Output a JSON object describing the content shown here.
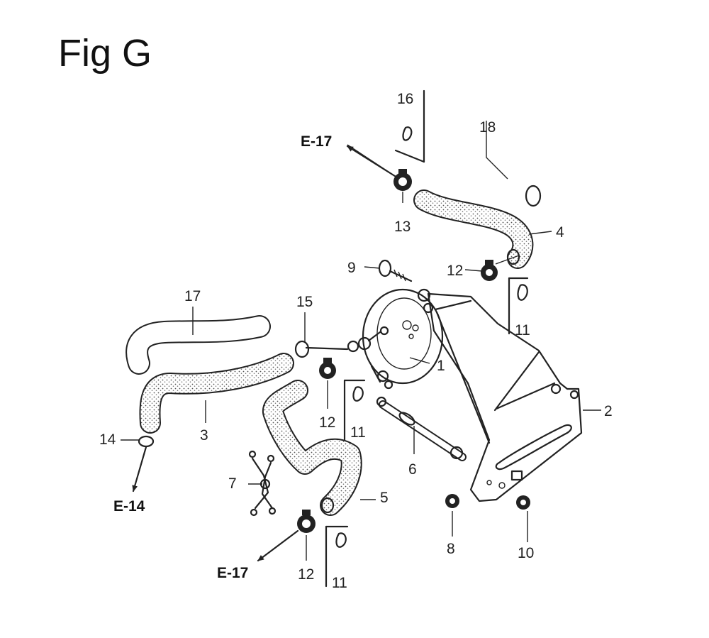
{
  "title": "Fig G",
  "callouts": {
    "c1": "1",
    "c2": "2",
    "c3": "3",
    "c4": "4",
    "c5": "5",
    "c6": "6",
    "c7": "7",
    "c8": "8",
    "c9": "9",
    "c10": "10",
    "c11a": "11",
    "c11b": "11",
    "c11c": "11",
    "c12a": "12",
    "c12b": "12",
    "c12c": "12",
    "c13": "13",
    "c14": "14",
    "c15": "15",
    "c16": "16",
    "c17": "17",
    "c18": "18"
  },
  "refs": {
    "e17_top": "E-17",
    "e17_bottom": "E-17",
    "e14": "E-14"
  }
}
